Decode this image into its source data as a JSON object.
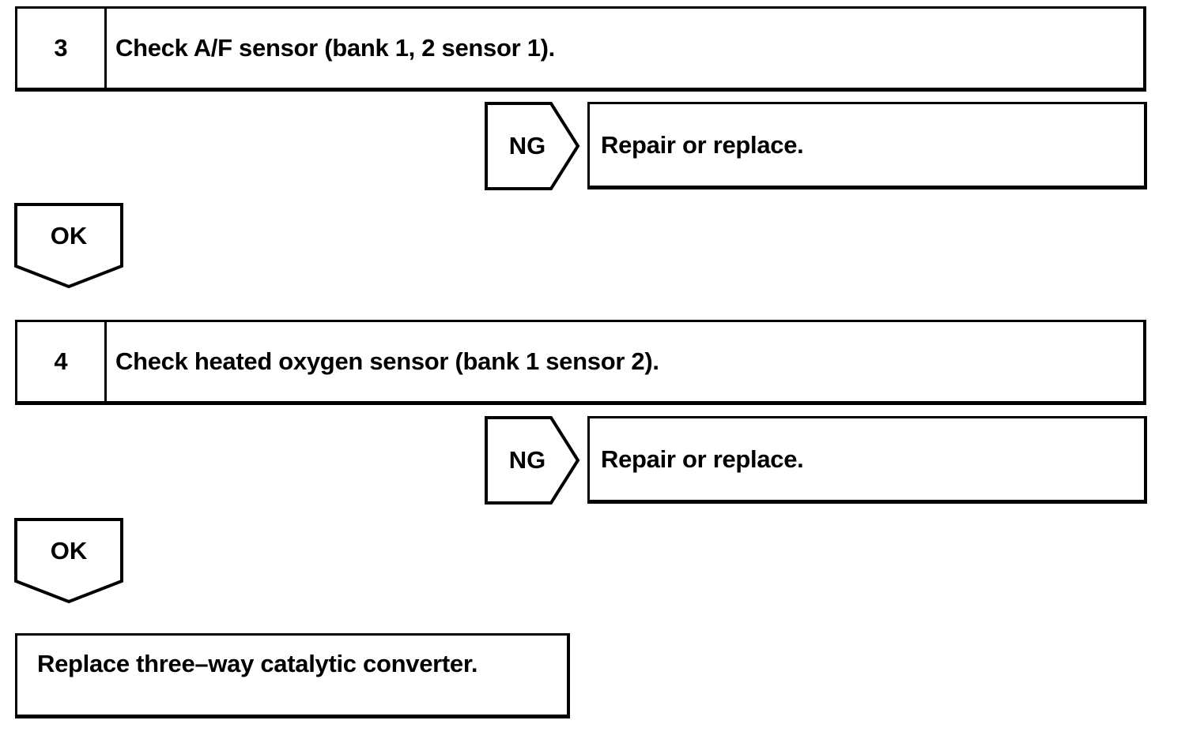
{
  "page": {
    "background_color": "#ffffff",
    "line_color": "#000000"
  },
  "flowchart": {
    "steps": [
      {
        "number": "3",
        "title": "Check A/F sensor (bank 1, 2 sensor 1).",
        "ng": {
          "label": "NG",
          "action": "Repair or replace."
        },
        "ok": {
          "label": "OK"
        }
      },
      {
        "number": "4",
        "title": "Check heated oxygen sensor (bank 1 sensor 2).",
        "ng": {
          "label": "NG",
          "action": "Repair or replace."
        },
        "ok": {
          "label": "OK"
        }
      }
    ],
    "final_action": "Replace three–way catalytic converter."
  }
}
